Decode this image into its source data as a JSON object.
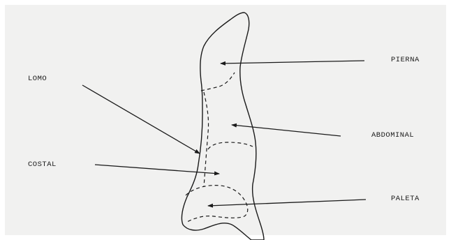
{
  "labels": {
    "lomo": "LOMO",
    "costal": "COSTAL",
    "pierna": "PIERNA",
    "abdominal": "ABDOMINAL",
    "paleta": "PALETA"
  },
  "colors": {
    "ink": "#1a1a1a",
    "paper": "#f1f1f0"
  }
}
